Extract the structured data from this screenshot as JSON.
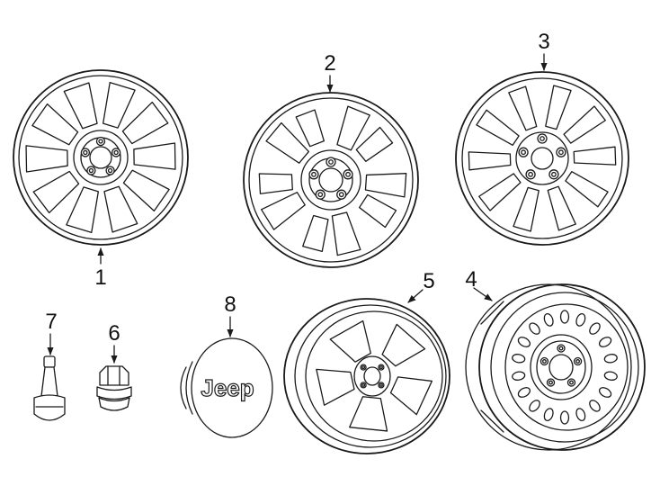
{
  "callouts": {
    "c1": "1",
    "c2": "2",
    "c3": "3",
    "c4": "4",
    "c5": "5",
    "c6": "6",
    "c7": "7",
    "c8": "8"
  },
  "cap_logo": "Jeep",
  "colors": {
    "line": "#1a1a1a",
    "background": "#ffffff"
  }
}
